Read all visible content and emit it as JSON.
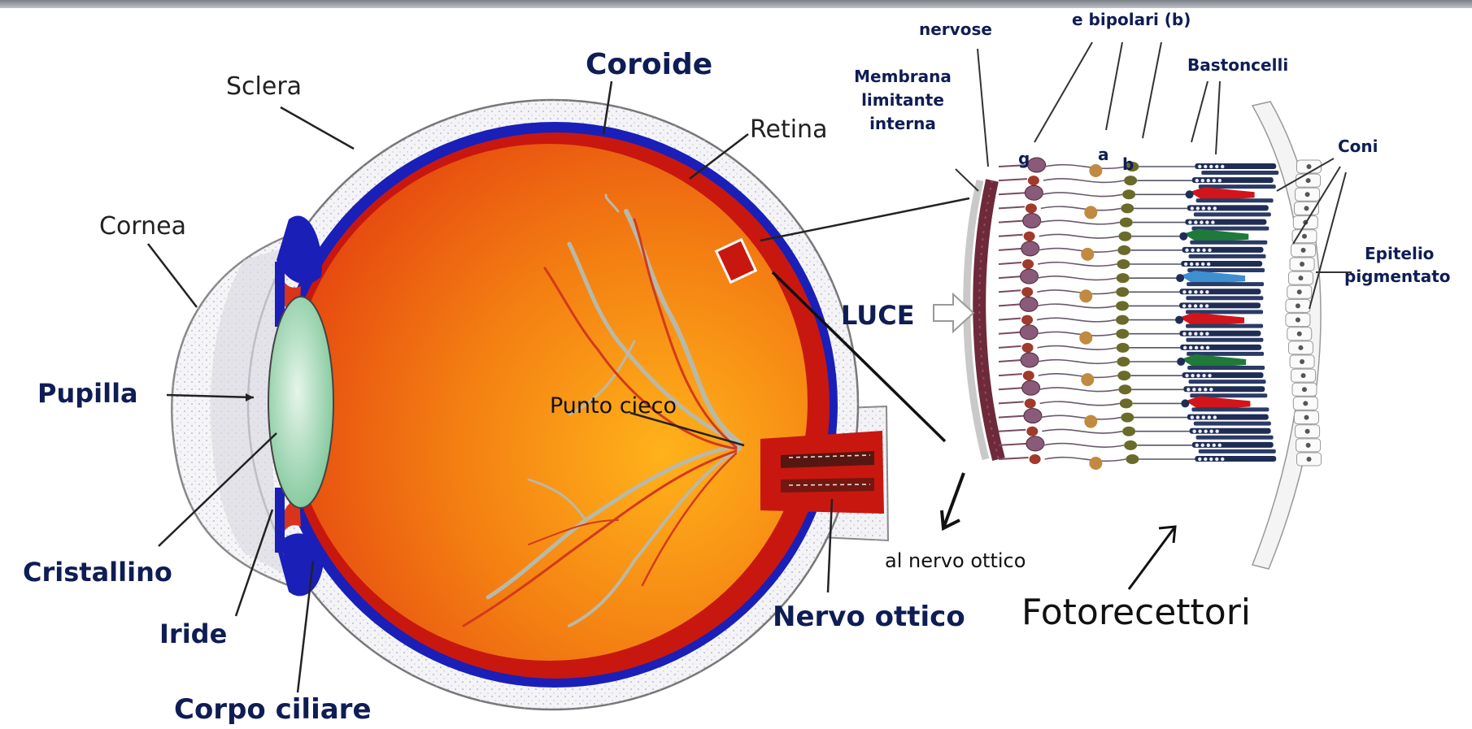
{
  "eye": {
    "sclera": "Sclera",
    "coroide": "Coroide",
    "retina": "Retina",
    "cornea": "Cornea",
    "pupilla": "Pupilla",
    "cristallino": "Cristallino",
    "iride": "Iride",
    "corpo_ciliare": "Corpo ciliare",
    "punto_cieco": "Punto cieco",
    "nervo_ottico": "Nervo ottico"
  },
  "retina_detail": {
    "nervose": "nervose",
    "bipolari": "e bipolari (b)",
    "membrana_1": "Membrana",
    "membrana_2": "limitante",
    "membrana_3": "interna",
    "bastoncelli": "Bastoncelli",
    "coni": "Coni",
    "epitelio_1": "Epitelio",
    "epitelio_2": "pigmentato",
    "g": "g",
    "a": "a",
    "b": "b",
    "luce": "LUCE",
    "al_nervo_ottico": "al nervo ottico",
    "fotorecettori": "Fotorecettori"
  },
  "colors": {
    "label_navy": "#0f1d55",
    "choroid_blue": "#1a1fb8",
    "retina_red": "#c8170f",
    "vitreous_orange": "#f07a10",
    "lens_green": "#9fd6b0",
    "vessel_gray": "#b9b9a8",
    "rod_navy": "#1f2d55",
    "cone_red": "#d2151a",
    "cone_green": "#1f7a3a",
    "cone_blue": "#3d8fd0"
  }
}
